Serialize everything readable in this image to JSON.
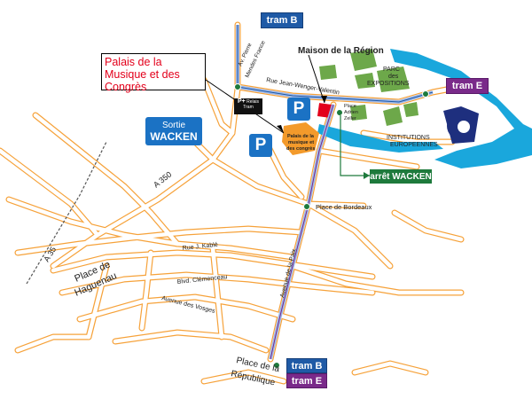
{
  "title": "Maison de la Région",
  "callout": "Palais de la Musique et des Congrès",
  "sortie": {
    "line1": "Sortie",
    "line2": "WACKEN"
  },
  "tram": {
    "b": "tram B",
    "e": "tram E"
  },
  "arret": "arrêt WACKEN",
  "parking_symbol": "P",
  "pr": {
    "line1": "P+",
    "line2": "Relais",
    "line3": "Tram"
  },
  "labels": {
    "av_pierre": "Av. Pierre",
    "mendes": "Mendes France",
    "jean_wenger": "Rue Jean-Wenger-Valentin",
    "parc": "PARC",
    "des": "des",
    "expositions": "EXPOSITIONS",
    "place_adrien": "Place",
    "adrien": "Adrien",
    "zeller": "Zeller",
    "institutions": "INSTITUTIONS",
    "europeennes": "EUROPEENNES",
    "palais_small_1": "Palais de la",
    "palais_small_2": "musique et",
    "palais_small_3": "des congrès",
    "place_bordeaux": "Place de Bordeaux",
    "a350": "A 350",
    "a35": "A 35",
    "rue_kable": "Rue J. Kablé",
    "blvd_clemenceau": "Blvd. Clémenceau",
    "avenue_vosges": "Avenue des Vosges",
    "avenue_paix": "Avenue de la Paix",
    "place_haguenau_1": "Place de",
    "place_haguenau_2": "Haguenau",
    "place_republique_1": "Place de la",
    "place_republique_2": "République"
  },
  "colors": {
    "road": "#f6a23a",
    "water": "#1aa7dc",
    "park": "#6da84a",
    "tram_line": "#9db7e8",
    "tram_b": "#1f5aa6",
    "tram_e": "#7a2a8a",
    "parking": "#1b72c4",
    "building_red": "#e3001b",
    "palais": "#f39a2b",
    "institutions": "#1e2f7e"
  }
}
